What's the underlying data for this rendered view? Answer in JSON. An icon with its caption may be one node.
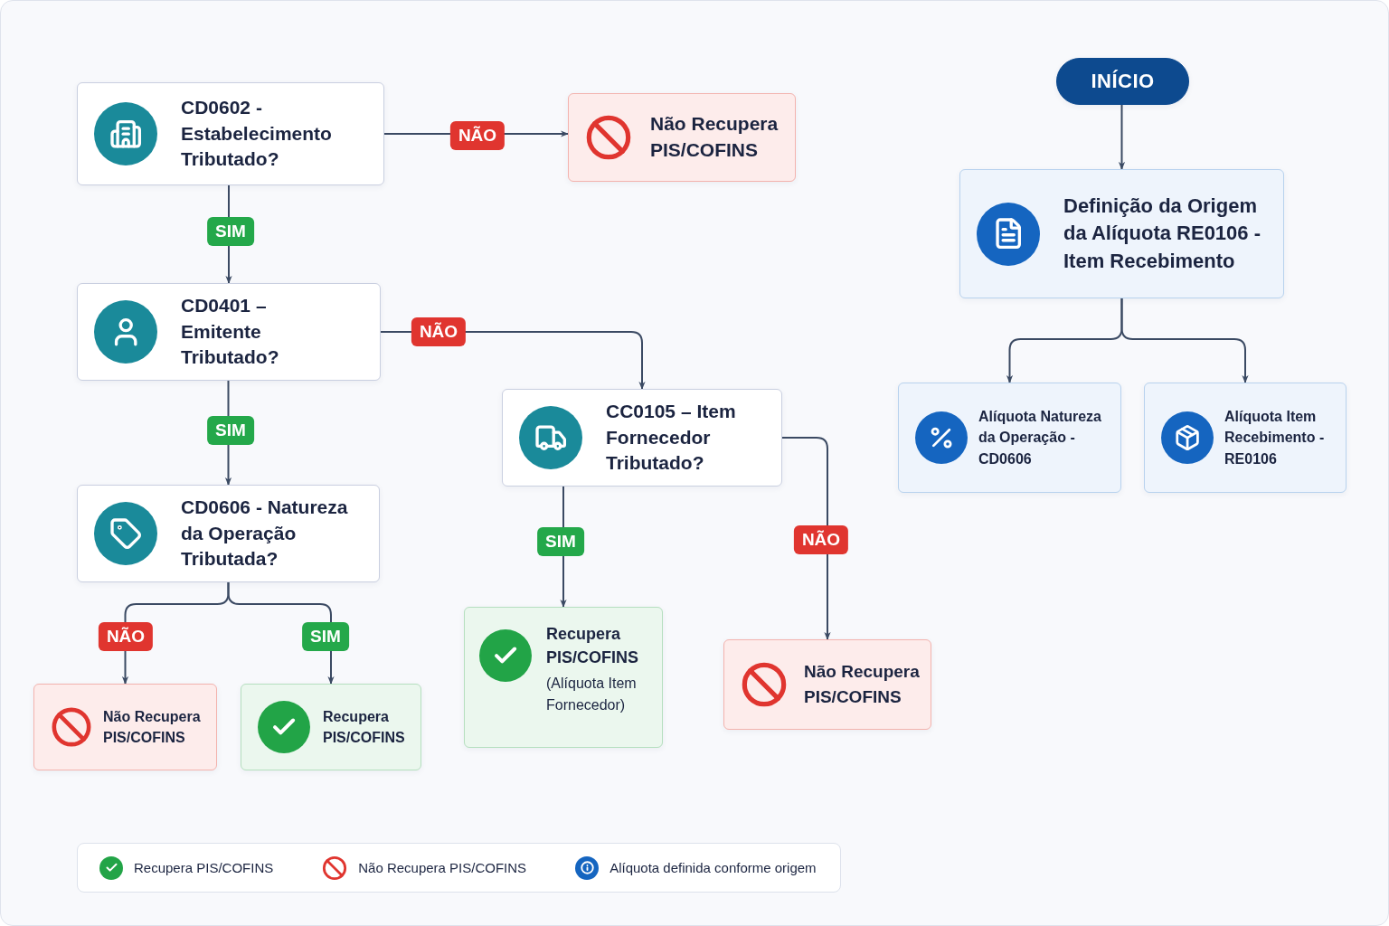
{
  "diagram": {
    "nodes": [
      {
        "text": [
          "CD0602 - Estabelecimento Tributado?"
        ]
      },
      {
        "text": [
          "Não Recupera PIS/COFINS"
        ]
      },
      {
        "text": [
          "CD0401 – Emitente Tributado?"
        ]
      },
      {
        "text": [
          "CC0105 – Item Fornecedor Tributado?"
        ]
      },
      {
        "text": [
          "CD0606 - Natureza da Operação Tributada?"
        ]
      },
      {
        "text": [
          "Não Recupera PIS/COFINS"
        ]
      },
      {
        "text": [
          "Recupera PIS/COFINS"
        ]
      },
      {
        "text": [
          "Recupera PIS/COFINS",
          "(Alíquota Item Fornecedor)"
        ]
      },
      {
        "text": [
          "Não Recupera PIS/COFINS"
        ]
      },
      {
        "text": [
          "INÍCIO"
        ]
      },
      {
        "text": [
          "Definição da Origem da Alíquota RE0106 - Item Recebimento"
        ]
      },
      {
        "text": [
          "Alíquota Natureza da Operação - CD0606"
        ]
      },
      {
        "text": [
          "Alíquota Item Recebimento - RE0106"
        ]
      }
    ],
    "edges": [
      {
        "from": 0,
        "to": 1,
        "arrow": "to",
        "label": "NÃO"
      },
      {
        "from": 0,
        "to": 2,
        "arrow": "to",
        "label": "SIM"
      },
      {
        "from": 2,
        "to": 3,
        "arrow": "to",
        "label": "NÃO"
      },
      {
        "from": 2,
        "to": 4,
        "arrow": "to",
        "label": "SIM"
      },
      {
        "from": 4,
        "to": 5,
        "arrow": "to",
        "label": "NÃO"
      },
      {
        "from": 4,
        "to": 6,
        "arrow": "to",
        "label": "SIM"
      },
      {
        "from": 3,
        "to": 7,
        "arrow": "to",
        "label": "SIM"
      },
      {
        "from": 3,
        "to": 8,
        "arrow": "to",
        "label": "NÃO"
      },
      {
        "from": 9,
        "to": 10,
        "arrow": "to"
      },
      {
        "from": 10,
        "to": 11,
        "arrow": "to"
      },
      {
        "from": 10,
        "to": 12,
        "arrow": "to"
      }
    ],
    "legend": [
      {
        "text": "Recupera PIS/COFINS"
      },
      {
        "text": "Não Recupera PIS/COFINS"
      },
      {
        "text": "Alíquota definida conforme origem"
      }
    ]
  }
}
